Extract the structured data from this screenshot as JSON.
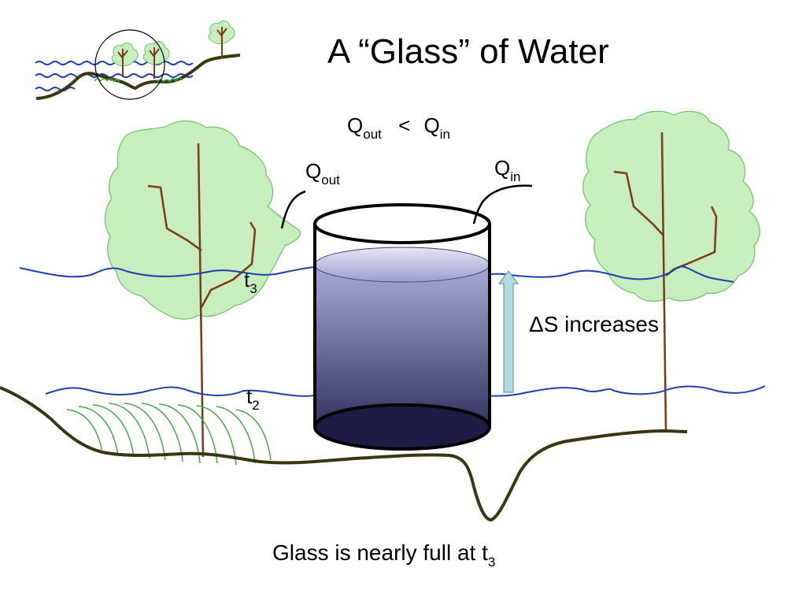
{
  "title": "A “Glass” of Water",
  "equation": {
    "q": "Q",
    "out": "out",
    "op": "<",
    "in": "in"
  },
  "labels": {
    "qout": {
      "q": "Q",
      "sub": "out"
    },
    "qin": {
      "q": "Q",
      "sub": "in"
    },
    "t3": {
      "t": "t",
      "sub": "3"
    },
    "t2": {
      "t": "t",
      "sub": "2"
    },
    "storage": "ΔS increases"
  },
  "caption": {
    "text": "Glass is nearly full at t",
    "sub": "3"
  },
  "colors": {
    "foliage": "#c8eec0",
    "foliage_stroke": "#6fbf6a",
    "trunk": "#7a3a12",
    "water_line": "#1e3fae",
    "ground": "#3a3612",
    "grass": "#3cb043",
    "glass_top": "#c8c8e6",
    "glass_bottom": "#1e1e4a",
    "arrow": "#b4dce0"
  }
}
